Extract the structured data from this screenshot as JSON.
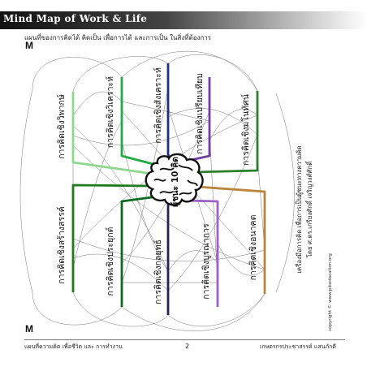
{
  "header": {
    "title": "Mind Map of Work & Life",
    "subtitle": "แผนที่ของการคิดได้ คิดเป็น เพื่อการได้ และการเป็น ในสิ่งที่ต้องการ"
  },
  "markers": {
    "top": "M",
    "bottom": "M"
  },
  "center": {
    "label": "ผู้ชนะ 10 คิด"
  },
  "branches": [
    {
      "label": "การคิดเชิงวิพากษ์",
      "color": "#8fd98f"
    },
    {
      "label": "การคิดเชิงวิเคราะห์",
      "color": "#22aa44"
    },
    {
      "label": "การคิดเชิงสังเคราะห์",
      "color": "#1c2f8c"
    },
    {
      "label": "การคิดเชิงเปรียบเทียบ",
      "color": "#6f3fa0"
    },
    {
      "label": "การคิดเชิงมโนทัศน์",
      "color": "#2a7f2a"
    },
    {
      "label": "การคิดเชิงสร้างสรรค์",
      "color": "#1e7a1e"
    },
    {
      "label": "การคิดเชิงประยุกต์",
      "color": "#0b6b1e"
    },
    {
      "label": "การคิดเชิงกลยุทธ์",
      "color": "#23235c"
    },
    {
      "label": "การคิดเชิงบูรณาการ",
      "color": "#9a63c4"
    },
    {
      "label": "การคิดเชิงอนาคต",
      "color": "#b9853a"
    }
  ],
  "side_note": {
    "line1": "เครื่องมือการคิด เพื่อการเป็นผู้ชนะทางความคิด",
    "line2": "โดย ศ.ดร.เกรียงศักดิ์ เจริญวงศ์ศักดิ์"
  },
  "copyright": "copyright © www.pikodacation.org",
  "footer": {
    "left": "แผนที่ความคิด เพื่อชีวิต และ การทำงาน",
    "page": "2",
    "right": "เกษตรกรประชาสรรค์ แสนภักดี"
  }
}
